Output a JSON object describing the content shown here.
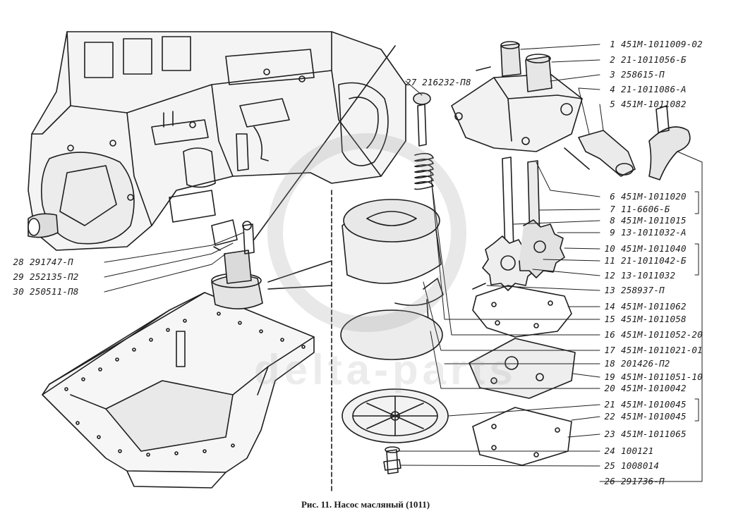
{
  "figure": {
    "caption": "Рис. 11. Насос масляный (1011)",
    "watermark": "delta-parts"
  },
  "callouts_right": [
    {
      "num": "1",
      "code": "451М-1011009-02"
    },
    {
      "num": "2",
      "code": "21-1011056-Б"
    },
    {
      "num": "3",
      "code": "258615-П"
    },
    {
      "num": "4",
      "code": "21-1011086-А"
    },
    {
      "num": "5",
      "code": "451М-1011082"
    },
    {
      "num": "6",
      "code": "451М-1011020"
    },
    {
      "num": "7",
      "code": "11-6606-Б"
    },
    {
      "num": "8",
      "code": "451М-1011015"
    },
    {
      "num": "9",
      "code": "13-1011032-А"
    },
    {
      "num": "10",
      "code": "451М-1011040"
    },
    {
      "num": "11",
      "code": "21-1011042-Б"
    },
    {
      "num": "12",
      "code": "13-1011032"
    },
    {
      "num": "13",
      "code": "258937-П"
    },
    {
      "num": "14",
      "code": "451М-1011062"
    },
    {
      "num": "15",
      "code": "451М-1011058"
    },
    {
      "num": "16",
      "code": "451М-1011052-20"
    },
    {
      "num": "17",
      "code": "451М-1011021-01"
    },
    {
      "num": "18",
      "code": "201426-П2"
    },
    {
      "num": "19",
      "code": "451М-1011051-10"
    },
    {
      "num": "20",
      "code": "451М-1010042"
    },
    {
      "num": "21",
      "code": "451М-1010045"
    },
    {
      "num": "22",
      "code": "451М-1010045"
    },
    {
      "num": "23",
      "code": "451М-1011065"
    },
    {
      "num": "24",
      "code": "100121"
    },
    {
      "num": "25",
      "code": "1008014"
    },
    {
      "num": "26",
      "code": "291736-П"
    }
  ],
  "callout_27": {
    "num": "27",
    "code": "216232-П8"
  },
  "callouts_left": [
    {
      "num": "28",
      "code": "291747-П"
    },
    {
      "num": "29",
      "code": "252135-П2"
    },
    {
      "num": "30",
      "code": "250511-П8"
    }
  ]
}
